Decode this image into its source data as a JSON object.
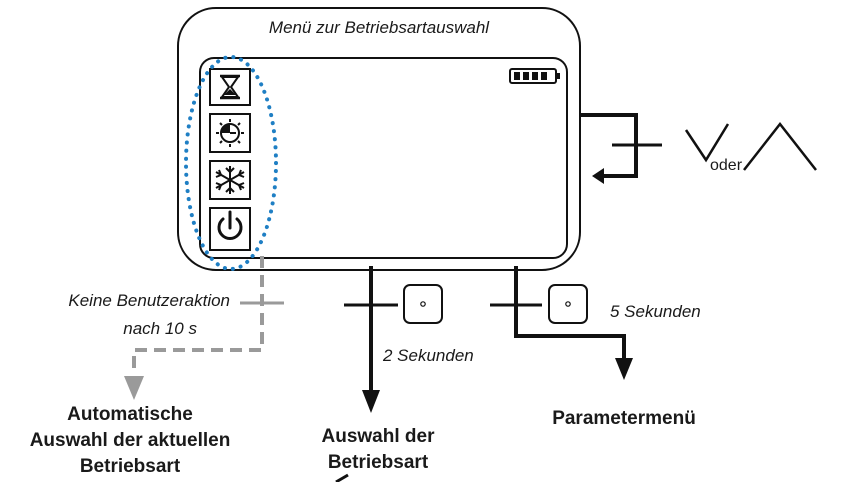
{
  "title": "Menü zur Betriebsartauswahl",
  "oder": "oder",
  "no_action_line1": "Keine Benutzeraktion",
  "no_action_line2": "nach 10 s",
  "two_seconds": "2 Sekunden",
  "five_seconds": "5 Sekunden",
  "auto_select_line1": "Automatische",
  "auto_select_line2": "Auswahl der aktuellen",
  "auto_select_line3": "Betriebsart",
  "mode_select_line1": "Auswahl der",
  "mode_select_line2": "Betriebsart",
  "parameter_menu": "Parametermenü",
  "mode_icons": [
    "hourglass-icon",
    "sun-clock-icon",
    "snowflake-icon",
    "power-icon"
  ],
  "colors": {
    "highlight_dots": "#1f7fc4",
    "timeout_path": "#9a9a9a",
    "line": "#111111"
  }
}
